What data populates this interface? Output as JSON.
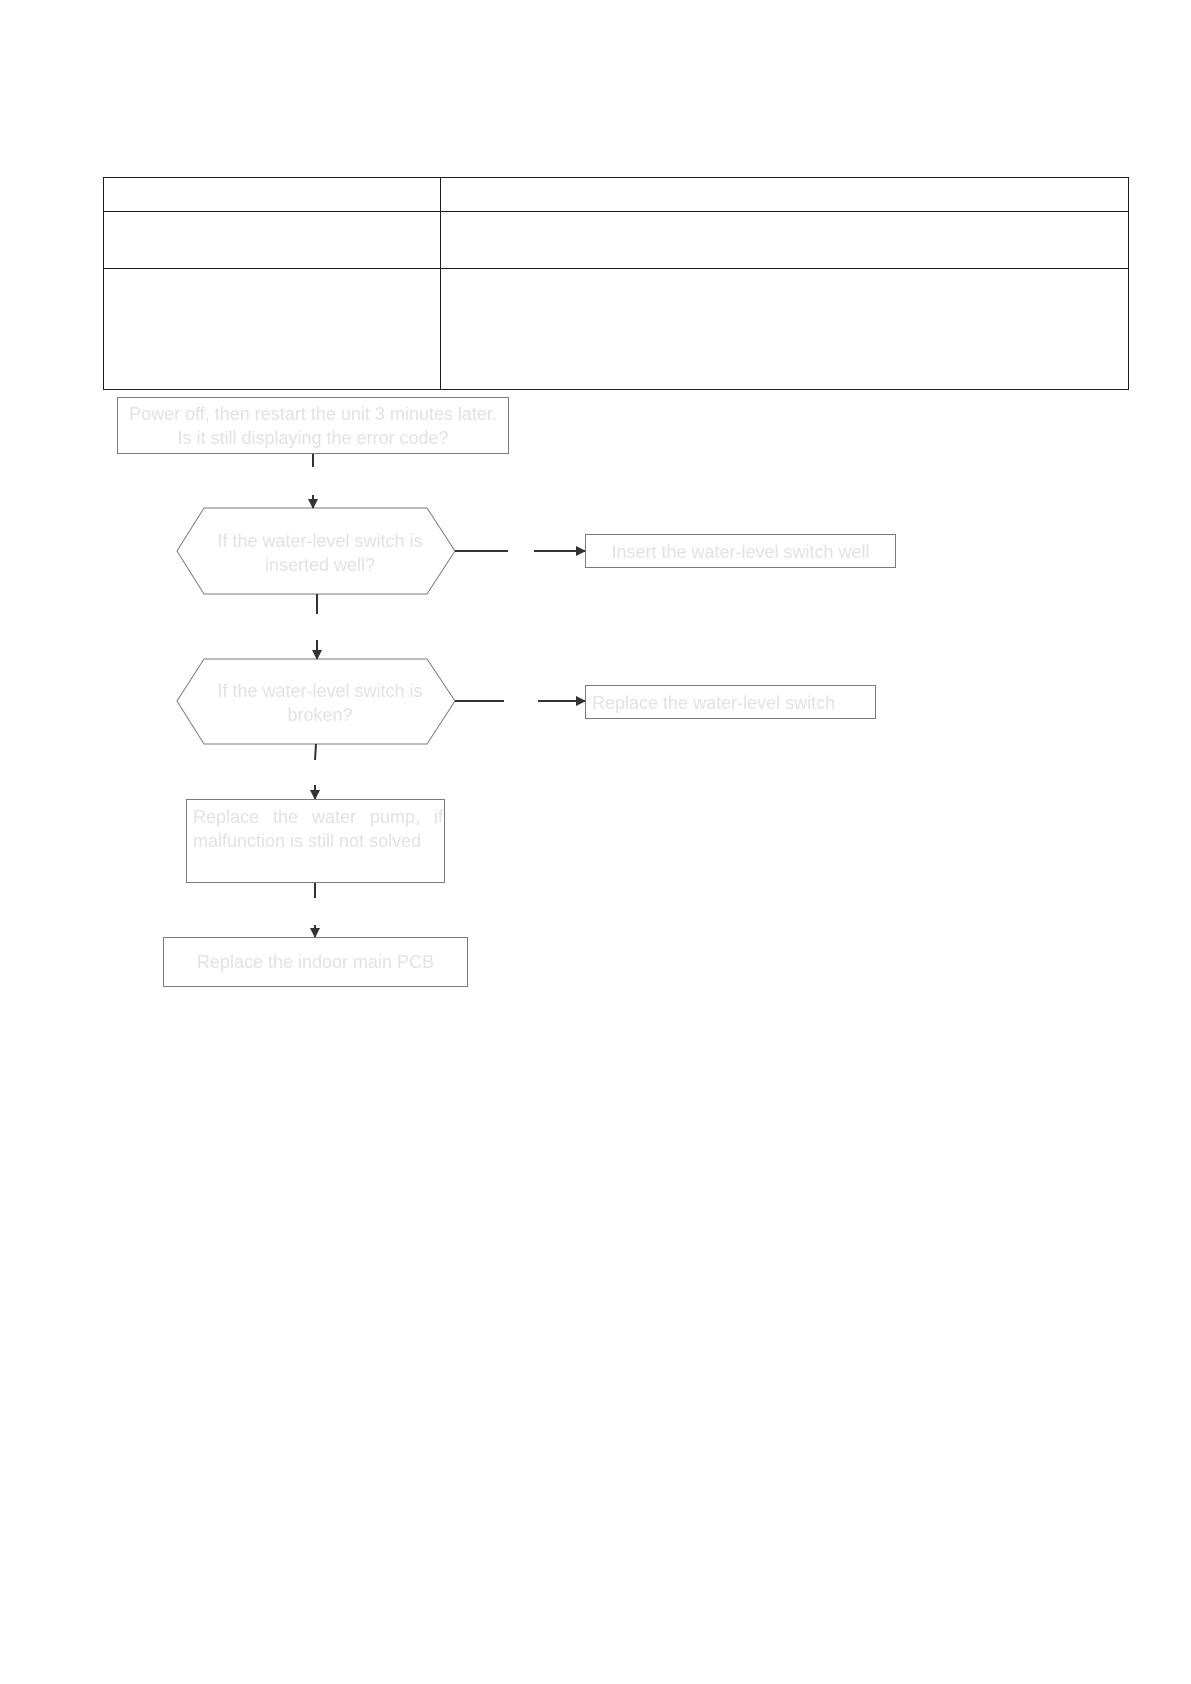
{
  "table": {
    "rows": [
      [
        "",
        ""
      ],
      [
        "",
        ""
      ],
      [
        "",
        ""
      ]
    ]
  },
  "flowchart": {
    "start": "Power off, then restart the unit 3 minutes later. Is it still displaying the error code?",
    "decision_1": "If the water-level switch is inserted well?",
    "action_1": "Insert the water-level switch well",
    "decision_2": "If the water-level switch is broken?",
    "action_2": "Replace the water-level switch",
    "step_3": "Replace the water pump, if malfunction is still not solved",
    "step_4": "Replace the indoor main PCB"
  },
  "colors": {
    "line": "#333333",
    "box_border": "#7a7a7a",
    "table_border": "#1f1f1f",
    "faded_text": "#e2e2e2"
  }
}
